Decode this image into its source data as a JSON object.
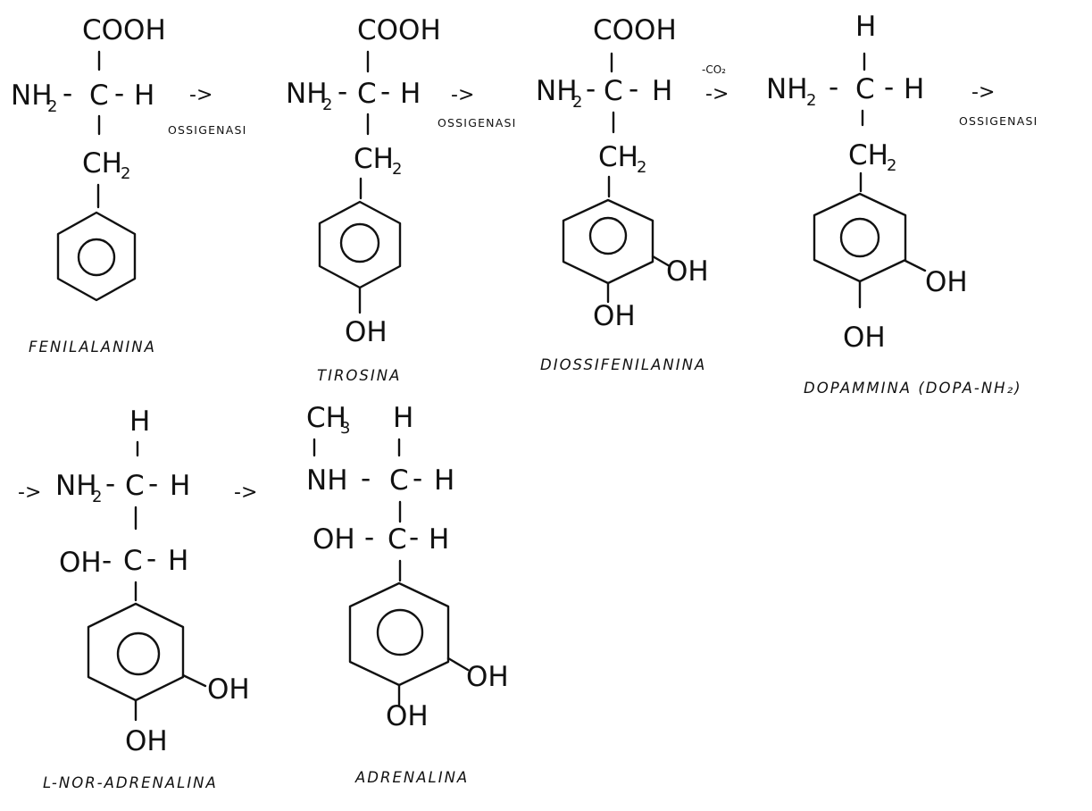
{
  "diagram": {
    "atoms": {
      "cooh": "COOH",
      "nh": "NH",
      "sub2": "2",
      "sub3": "3",
      "c": "C",
      "h": "H",
      "ch": "CH",
      "oh": "OH",
      "dash": "-"
    },
    "arrow": "->",
    "enzyme": "OSSIGENASI",
    "decarboxylation": "-CO₂",
    "compounds": [
      {
        "id": "fenilalanina",
        "name": "FENILALANINA"
      },
      {
        "id": "tirosina",
        "name": "TIROSINA"
      },
      {
        "id": "diossifenilanina",
        "name": "DIOSSIFENILANINA"
      },
      {
        "id": "dopammina",
        "name": "DOPAMMINA (DOPA-NH₂)"
      },
      {
        "id": "l-nor-adrenalina",
        "name": "L-NOR-ADRENALINA"
      },
      {
        "id": "adrenalina",
        "name": "ADRENALINA"
      }
    ],
    "colors": {
      "ink": "#111111",
      "background": "#ffffff"
    }
  }
}
